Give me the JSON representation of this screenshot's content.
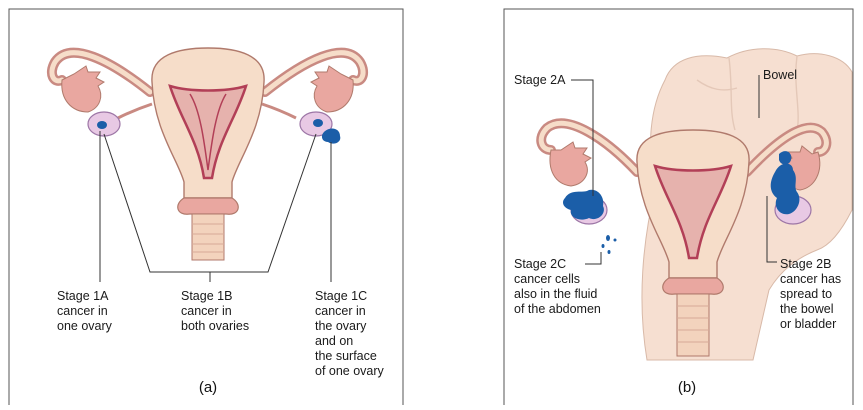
{
  "colors": {
    "frame": "#555555",
    "tissue": "#f6ddc9",
    "tissue_edge": "#b07a6c",
    "tube_wall": "#c98a82",
    "inner": "#e6b2ad",
    "lining": "#b23f57",
    "fimbriae": "#e9a7a0",
    "ovary": "#e8c9e4",
    "ovary_edge": "#9d76a6",
    "tumor": "#1b5ea8",
    "bowel": "#f6dfd1",
    "bowel_edge": "#d8b9a8",
    "leader": "#333333"
  },
  "panel_a": {
    "caption": "(a)",
    "labels": {
      "stage_1a": [
        "Stage 1A",
        "cancer in",
        "one ovary"
      ],
      "stage_1b": [
        "Stage 1B",
        "cancer in",
        "both ovaries"
      ],
      "stage_1c": [
        "Stage 1C",
        "cancer in",
        "the ovary",
        "and on",
        "the surface",
        "of one ovary"
      ]
    }
  },
  "panel_b": {
    "caption": "(b)",
    "labels": {
      "stage_2a": [
        "Stage 2A"
      ],
      "bowel": [
        "Bowel"
      ],
      "stage_2c": [
        "Stage 2C",
        "cancer cells",
        "also in the fluid",
        "of the abdomen"
      ],
      "stage_2b": [
        "Stage 2B",
        "cancer has",
        "spread to",
        "the bowel",
        "or bladder"
      ]
    }
  }
}
